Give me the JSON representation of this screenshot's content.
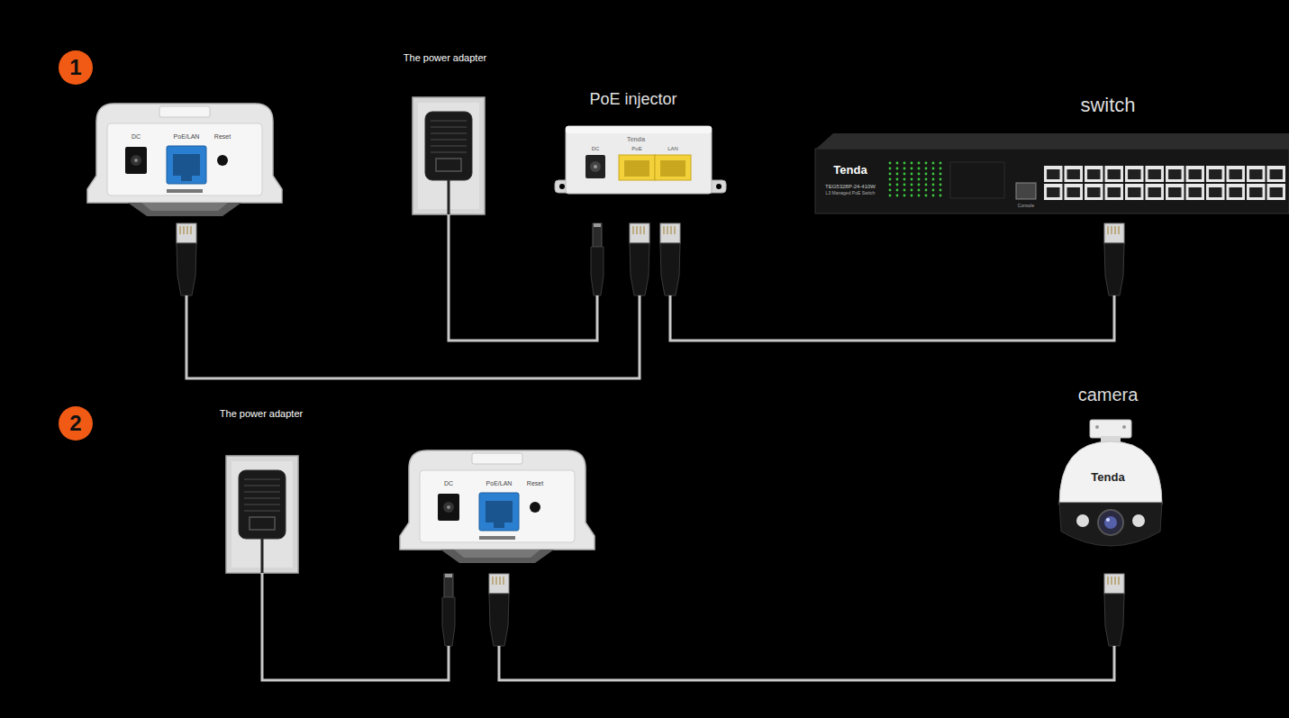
{
  "diagram": {
    "nodes": [
      {
        "text": [
          "DC",
          "PoE/LAN",
          "Reset"
        ]
      },
      {
        "text": [
          "The power adapter"
        ]
      },
      {
        "text": [
          "PoE injector",
          "Tenda",
          "DC",
          "PoE",
          "LAN"
        ]
      },
      {
        "text": [
          "switch",
          "Tenda",
          "TEG5328P-24-410W",
          "L3 Managed PoE Switch",
          "Console"
        ]
      },
      {
        "text": [
          "The power adapter"
        ]
      },
      {
        "text": [
          "DC",
          "PoE/LAN",
          "Reset"
        ]
      },
      {
        "text": [
          "camera",
          "Tenda"
        ]
      }
    ],
    "edges": [
      {
        "from": 0,
        "to": 2,
        "arrow": "none"
      },
      {
        "from": 1,
        "to": 2,
        "arrow": "none"
      },
      {
        "from": 2,
        "to": 3,
        "arrow": "none"
      },
      {
        "from": 4,
        "to": 5,
        "arrow": "none"
      },
      {
        "from": 5,
        "to": 6,
        "arrow": "none"
      }
    ],
    "labels": [
      "1",
      "2"
    ]
  }
}
